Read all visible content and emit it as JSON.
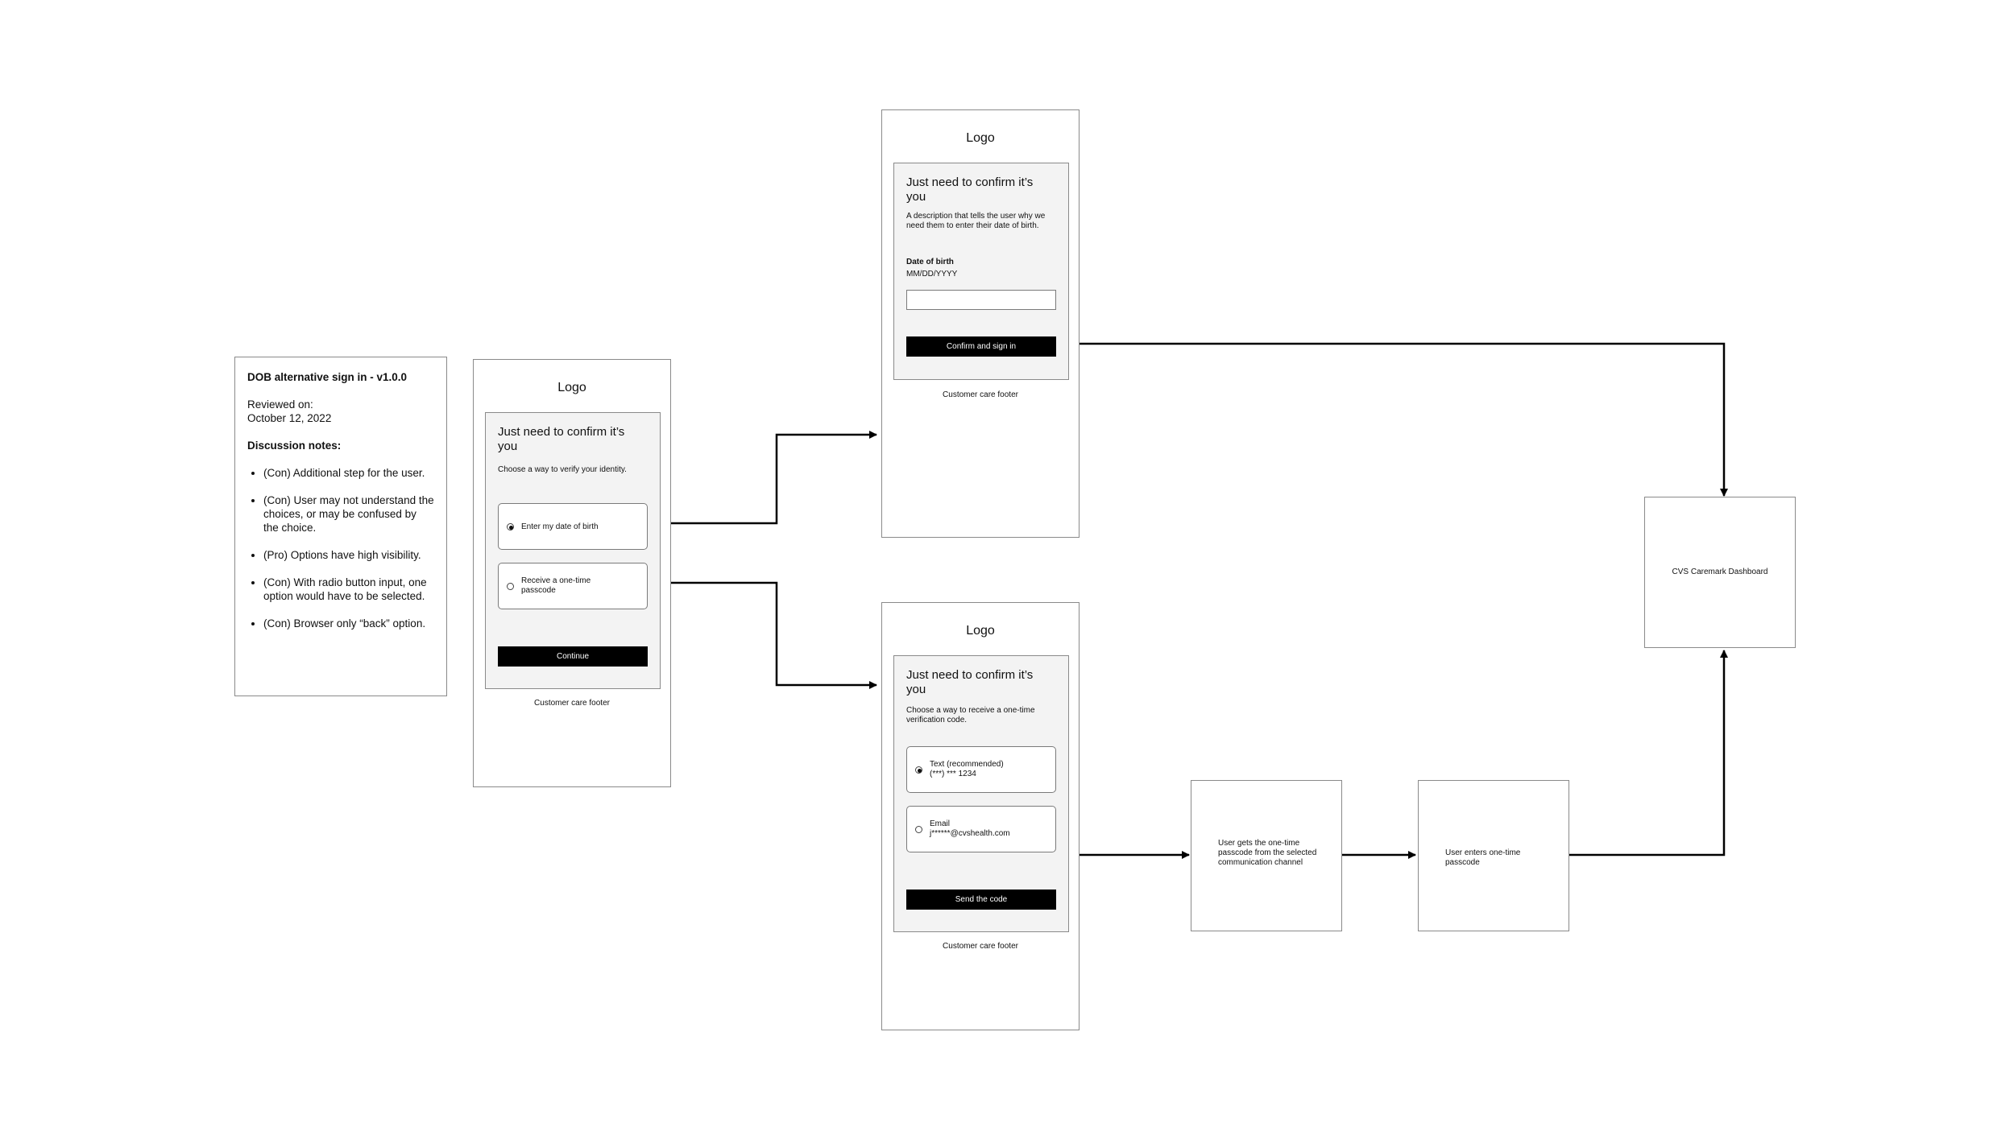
{
  "notes": {
    "title": "DOB alternative sign in - v1.0.0",
    "reviewed_label": "Reviewed on:",
    "reviewed_date": "October 12, 2022",
    "discussion_label": "Discussion notes:",
    "items": [
      "(Con) Additional step for the user.",
      "(Con) User may not understand the choices, or may be confused by the choice.",
      "(Pro) Options have high visibility.",
      "(Con) With radio button input, one option would have to be selected.",
      "(Con) Browser only “back” option."
    ]
  },
  "choice_screen": {
    "logo": "Logo",
    "title": "Just need to confirm it’s you",
    "description": "Choose a way to verify your identity.",
    "option_dob": "Enter my date of birth",
    "option_passcode": "Receive a one-time passcode",
    "button": "Continue",
    "footer": "Customer care footer"
  },
  "dob_screen": {
    "logo": "Logo",
    "title": "Just need to confirm it’s you",
    "description": "A description that tells the user why we need them to enter their date of birth.",
    "field_label": "Date of birth",
    "field_hint": "MM/DD/YYYY",
    "field_value": "",
    "button": "Confirm and sign in",
    "footer": "Customer care footer"
  },
  "otp_screen": {
    "logo": "Logo",
    "title": "Just need to confirm it’s you",
    "description": "Choose a way to receive a one-time verification code.",
    "option_text_label": "Text (recommended)",
    "option_text_value": "(***) *** 1234",
    "option_email_label": "Email",
    "option_email_value": "j******@cvshealth.com",
    "button": "Send the code",
    "footer": "Customer care footer"
  },
  "steps": {
    "gets_code": "User gets the one-time passcode from the selected communication channel",
    "enters_code": "User enters one-time passcode",
    "dashboard": "CVS Caremark Dashboard"
  },
  "colors": {
    "frame": "#8a8a8a",
    "card": "#f3f3f3",
    "button": "#000000",
    "line": "#000000"
  }
}
